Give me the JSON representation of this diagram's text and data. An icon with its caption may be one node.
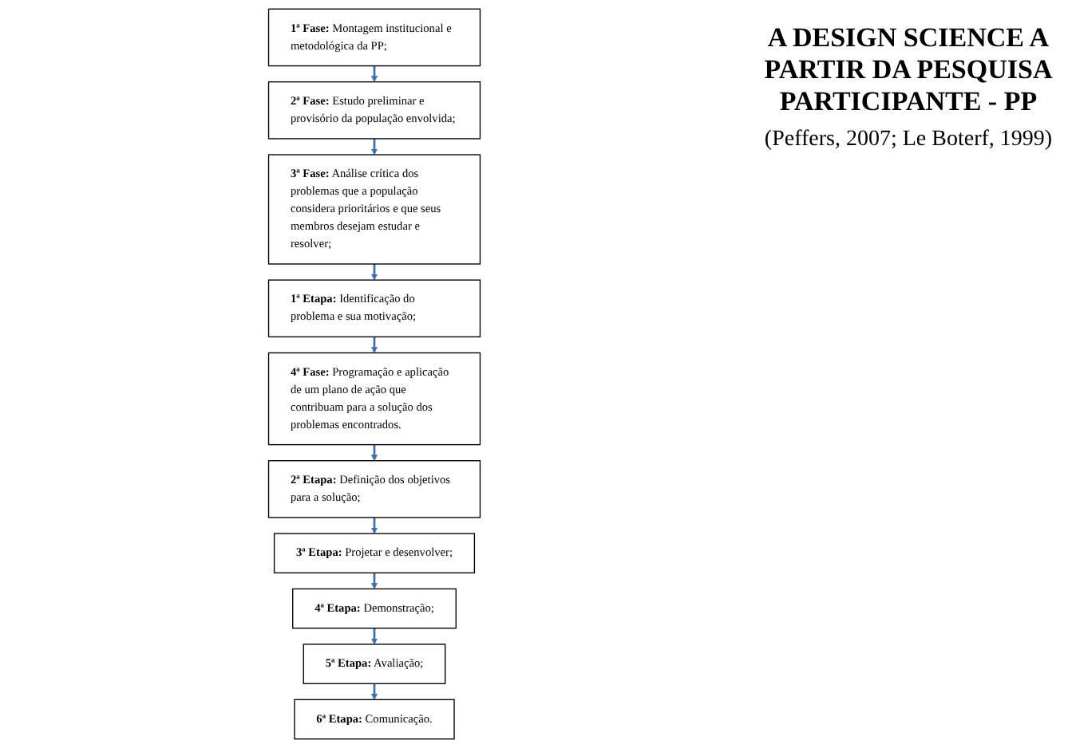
{
  "diagram": {
    "title": "A DESIGN SCIENCE A PARTIR DA PESQUISA PARTICIPANTE - PP",
    "nodes": [
      {
        "text": [
          "1ª Fase:",
          "Montagem institucional e metodológica da PP;"
        ]
      },
      {
        "text": [
          "2ª Fase:",
          "Estudo preliminar e provisório da população envolvida;"
        ]
      },
      {
        "text": [
          "3ª Fase:",
          "Análise crítica dos problemas que a população considera prioritários e que seus membros desejam estudar e resolver;"
        ]
      },
      {
        "text": [
          "1ª Etapa:",
          "Identificação do problema e sua motivação;"
        ]
      },
      {
        "text": [
          "4ª Fase:",
          "Programação e aplicação de um plano de ação que contribuam para a solução dos problemas encontrados."
        ]
      },
      {
        "text": [
          "2ª Etapa:",
          "Definição dos objetivos para a solução;"
        ]
      },
      {
        "text": [
          "3ª Etapa:",
          "Projetar e desenvolver;"
        ]
      },
      {
        "text": [
          "4ª Etapa:",
          "Demonstração;"
        ]
      },
      {
        "text": [
          "5ª Etapa:",
          "Avaliação;"
        ]
      },
      {
        "text": [
          "6ª Etapa:",
          "Comunicação."
        ]
      }
    ],
    "edges": [
      {
        "from": 0,
        "to": 1,
        "arrow": "to"
      },
      {
        "from": 1,
        "to": 2,
        "arrow": "to"
      },
      {
        "from": 2,
        "to": 3,
        "arrow": "to"
      },
      {
        "from": 3,
        "to": 4,
        "arrow": "to"
      },
      {
        "from": 4,
        "to": 5,
        "arrow": "to"
      },
      {
        "from": 5,
        "to": 6,
        "arrow": "to"
      },
      {
        "from": 6,
        "to": 7,
        "arrow": "to"
      },
      {
        "from": 7,
        "to": 8,
        "arrow": "to"
      },
      {
        "from": 8,
        "to": 9,
        "arrow": "to"
      }
    ],
    "labels": [
      "(Peffers, 2007; Le Boterf, 1999)"
    ]
  }
}
